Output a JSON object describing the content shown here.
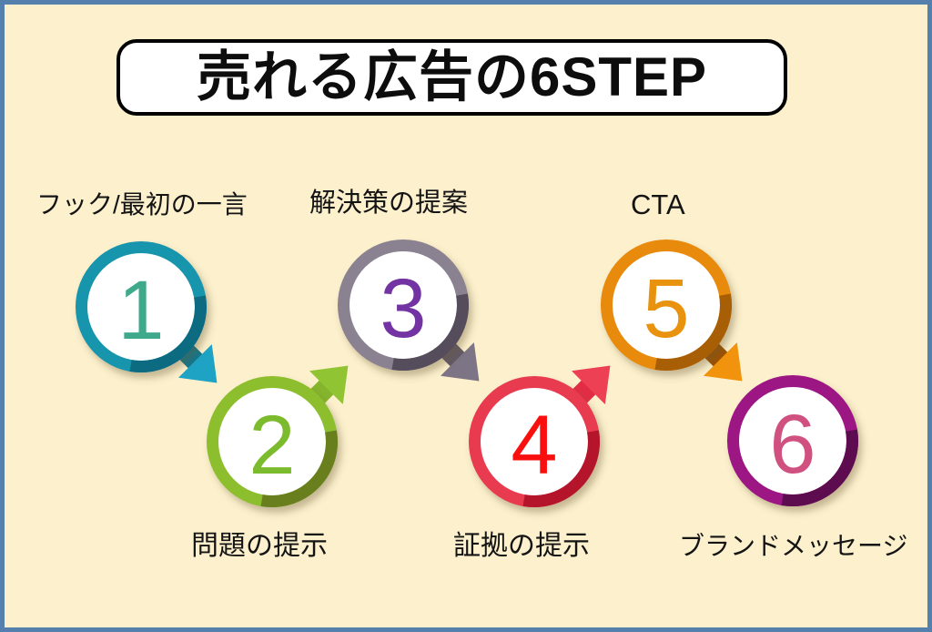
{
  "title": "売れる広告の6STEP",
  "frame": {
    "background_color": "#fcf0cd",
    "border_color": "#5580ad",
    "title_box_bg": "#ffffff",
    "title_box_border": "#000000"
  },
  "steps": [
    {
      "number": "1",
      "label": "フック/最初の一言",
      "label_position": "top",
      "ring": "#1795ac",
      "shade": "#0c6b80",
      "number_color": "#3fa98c",
      "arrow_direction": "down-right",
      "arrow_stem": "#11768e",
      "arrow_head": "#1fa3c4"
    },
    {
      "number": "2",
      "label": "問題の提示",
      "label_position": "bottom",
      "ring": "#8cbe2f",
      "shade": "#697f1d",
      "number_color": "#7cbb2d",
      "arrow_direction": "up-right",
      "arrow_stem": "#85b52c",
      "arrow_head": "#90c433"
    },
    {
      "number": "3",
      "label": "解決策の提案",
      "label_position": "top",
      "ring": "#8a8291",
      "shade": "#554c5c",
      "number_color": "#7333a3",
      "arrow_direction": "down-right",
      "arrow_stem": "#615868",
      "arrow_head": "#7d7585"
    },
    {
      "number": "4",
      "label": "証拠の提示",
      "label_position": "bottom",
      "ring": "#e93a50",
      "shade": "#b5152b",
      "number_color": "#fa0f0f",
      "arrow_direction": "up-right",
      "arrow_stem": "#e22c46",
      "arrow_head": "#ee4054"
    },
    {
      "number": "5",
      "label": "CTA",
      "label_position": "top",
      "ring": "#e88b11",
      "shade": "#a85e04",
      "number_color": "#e8920e",
      "arrow_direction": "down-right",
      "arrow_stem": "#9c5100",
      "arrow_head": "#f2930e"
    },
    {
      "number": "6",
      "label": "ブランドメッセージ",
      "label_position": "bottom",
      "ring": "#9c1284",
      "shade": "#5e0c50",
      "number_color": "#d0517f",
      "arrow_direction": "none",
      "arrow_stem": "",
      "arrow_head": ""
    }
  ]
}
